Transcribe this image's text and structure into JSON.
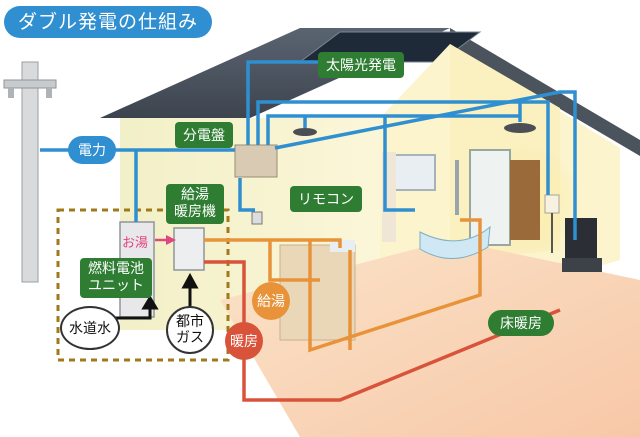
{
  "title": "ダブル発電の仕組み",
  "labels": {
    "solar": "太陽光発電",
    "panel": "分電盤",
    "power": "電力",
    "remote": "リモコン",
    "water_heater_line1": "給湯",
    "water_heater_line2": "暖房機",
    "hot_water": "お湯",
    "fuel_cell_line1": "燃料電池",
    "fuel_cell_line2": "ユニット",
    "tap_water": "水道水",
    "city_gas_line1": "都市",
    "city_gas_line2": "ガス",
    "supply_hot": "給湯",
    "heating": "暖房",
    "floor_heating": "床暖房"
  },
  "colors": {
    "electric_line": "#2f8fd0",
    "hot_water_line": "#e8933a",
    "heating_line": "#d9533a",
    "green_label": "#2e7d32",
    "dashed_box": "#a07a1a"
  }
}
